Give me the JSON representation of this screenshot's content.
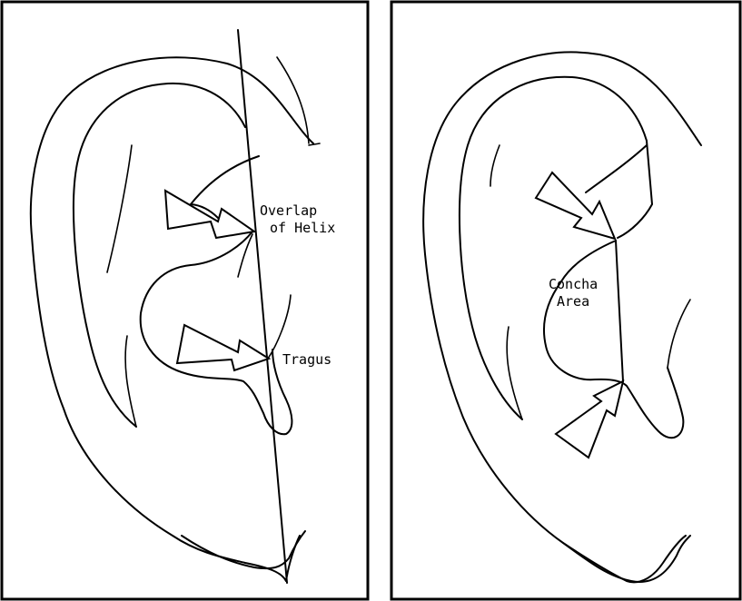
{
  "panels": [
    {
      "id": "left",
      "labels": {
        "overlap_line1": "Overlap",
        "overlap_line2": "of Helix",
        "tragus": "Tragus"
      }
    },
    {
      "id": "right",
      "labels": {
        "concha_line1": "Concha",
        "concha_line2": "Area"
      }
    }
  ]
}
